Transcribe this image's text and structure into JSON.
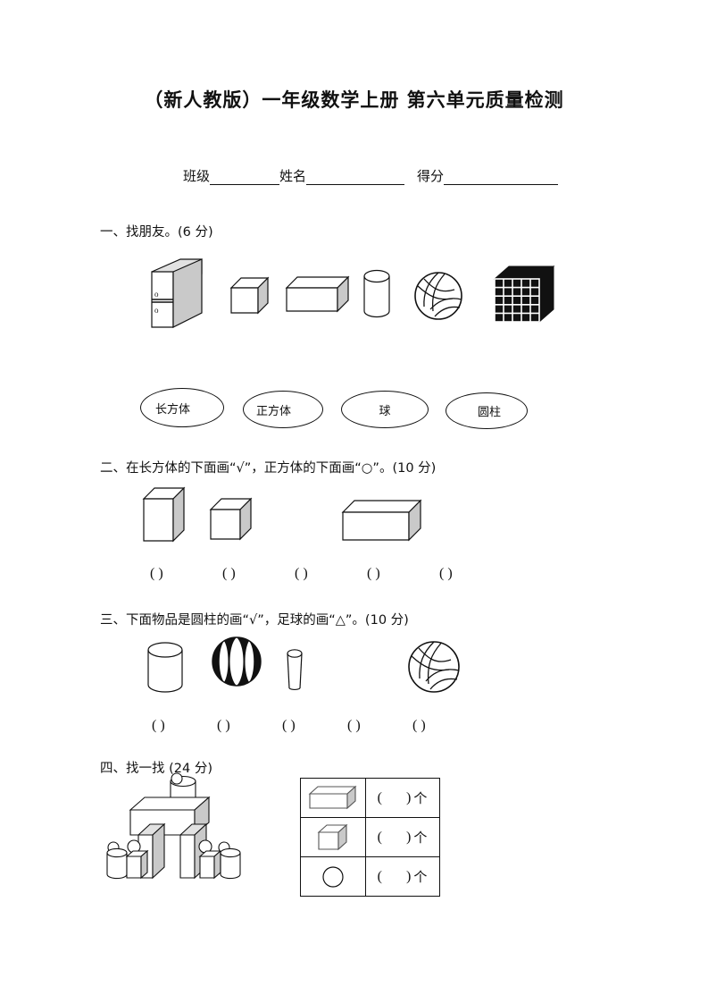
{
  "document": {
    "title": "（新人教版）一年级数学上册  第六单元质量检测"
  },
  "info_line": {
    "class_label": "班级",
    "name_label": "姓名",
    "score_label": "得分"
  },
  "sections": [
    {
      "id": "section-1",
      "heading": "一、找朋友。(6 分)",
      "number": "一、",
      "text": "找朋友。",
      "points": "(6 分)",
      "objects": [
        {
          "name": "refrigerator",
          "label": "冰箱"
        },
        {
          "name": "small-cube",
          "label": "正方体"
        },
        {
          "name": "rectangular-box",
          "label": "长方体"
        },
        {
          "name": "cylinder",
          "label": "圆柱"
        },
        {
          "name": "volleyball",
          "label": "球"
        },
        {
          "name": "grid-cube",
          "label": "魔方"
        }
      ],
      "ovals": [
        {
          "label": "长方体"
        },
        {
          "label": "正方体"
        },
        {
          "label": "球"
        },
        {
          "label": "圆柱"
        }
      ]
    },
    {
      "id": "section-2",
      "heading": "二、在长方体的下面画“√”，正方体的下面画“○”。(10 分)",
      "number": "二、",
      "text": "在长方体的下面画“√”，正方体的下面画“○”。",
      "points": "(10 分)",
      "objects": [
        {
          "name": "tall-cuboid"
        },
        {
          "name": "cube"
        },
        {
          "name": "wide-cuboid"
        }
      ],
      "answer_slots": [
        "(    )",
        "(    )",
        "(    )",
        "(    )",
        "(    )"
      ]
    },
    {
      "id": "section-3",
      "heading": "三、下面物品是圆柱的画“√”，足球的画“△”。(10 分)",
      "number": "三、",
      "text": "下面物品是圆柱的画“√”，足球的画“△”。",
      "points": "(10 分)",
      "objects": [
        {
          "name": "cylinder"
        },
        {
          "name": "beach-ball"
        },
        {
          "name": "thin-cylinder"
        },
        {
          "name": "volleyball"
        }
      ],
      "answer_slots": [
        "(    )",
        "(    )",
        "(    )",
        "(    )",
        "(    )"
      ]
    },
    {
      "id": "section-4",
      "heading": "四、找一找 (24 分)",
      "number": "四、",
      "text": "找一找",
      "points": "(24 分)",
      "table": {
        "rows": [
          {
            "icon": "cuboid-icon",
            "open_paren": "(",
            "close_paren": ")",
            "unit": "个"
          },
          {
            "icon": "cube-icon",
            "open_paren": "(",
            "close_paren": ")",
            "unit": "个"
          },
          {
            "icon": "circle-icon",
            "open_paren": "(",
            "close_paren": ")",
            "unit": "个"
          }
        ]
      }
    }
  ],
  "colors": {
    "ink": "#111111",
    "paper": "#ffffff",
    "shade": "#c9c9c9",
    "shade_light": "#e2e2e2",
    "black_fill": "#111111"
  }
}
